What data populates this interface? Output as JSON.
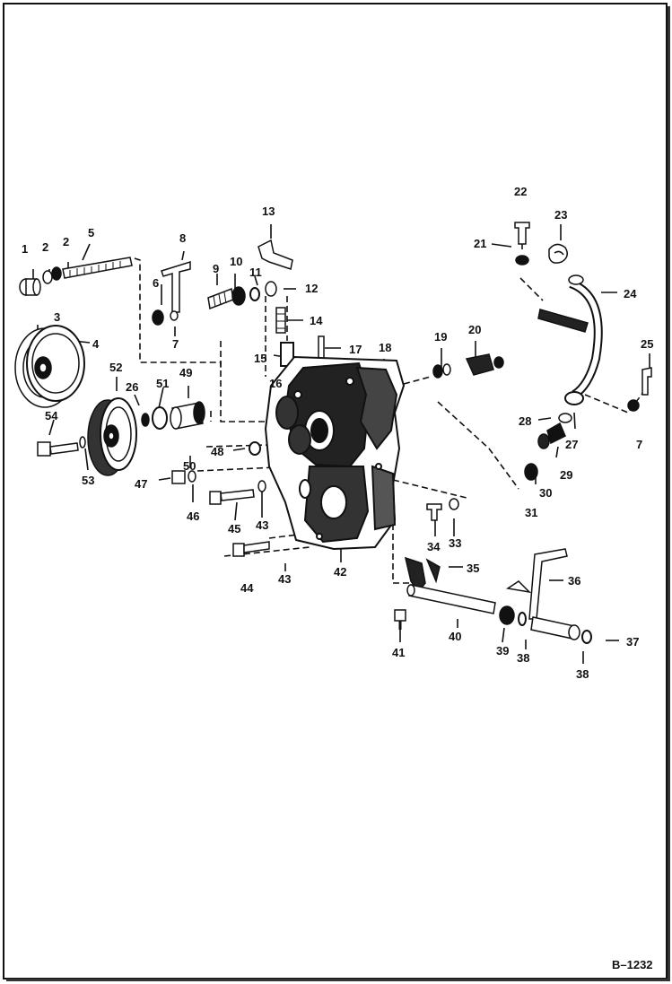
{
  "figure_id": "B–1232",
  "callouts": [
    "1",
    "2",
    "2",
    "3",
    "4",
    "5",
    "6",
    "7",
    "8",
    "9",
    "10",
    "11",
    "12",
    "13",
    "14",
    "15",
    "16",
    "17",
    "18",
    "19",
    "20",
    "21",
    "22",
    "23",
    "24",
    "25",
    "26",
    "27",
    "28",
    "29",
    "30",
    "31",
    "33",
    "34",
    "35",
    "36",
    "37",
    "38",
    "38",
    "39",
    "40",
    "41",
    "42",
    "43",
    "43",
    "44",
    "45",
    "46",
    "47",
    "48",
    "49",
    "50",
    "51",
    "52",
    "53",
    "54",
    "7"
  ],
  "colors": {
    "ink": "#111111",
    "background": "#ffffff"
  }
}
